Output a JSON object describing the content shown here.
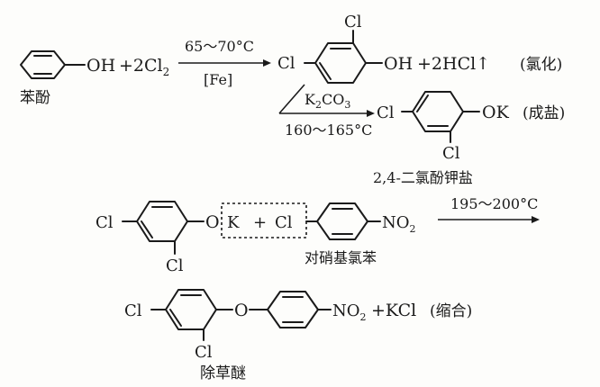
{
  "reaction1": {
    "phenol_label": "苯酚",
    "phenol_oh": "OH",
    "plus_2cl2": "+2Cl",
    "cl2_sub": "2",
    "cond_top": "65～70°C",
    "cond_bottom": "[Fe]",
    "cl_top": "Cl",
    "cl_left": "Cl",
    "product_oh": "OH",
    "plus_hcl": "+2HCl",
    "gas_arrow": "↑",
    "note": "(氯化)"
  },
  "reaction2": {
    "cond_top": "K",
    "cond_top_sub": "2",
    "cond_top_rest": "CO",
    "cond_top_sub2": "3",
    "cond_bottom": "160～165°C",
    "cl_left": "Cl",
    "ok": "OK",
    "cl_bottom": "Cl",
    "note": "(成盐)",
    "product_label": "2,4-二氯酚钾盐"
  },
  "reaction3": {
    "cl_left": "Cl",
    "cl_bottom": "Cl",
    "o_label": "O",
    "box_k": "K",
    "box_plus": "+",
    "box_cl": "Cl",
    "no2": "NO",
    "no2_sub": "2",
    "cond_top": "195～200°C",
    "reagent_label": "对硝基氯苯"
  },
  "reaction4": {
    "cl_left": "Cl",
    "cl_bottom": "Cl",
    "o_label": "O",
    "no2": "NO",
    "no2_sub": "2",
    "plus_kcl": "+KCl",
    "note": "(缩合)",
    "product_label": "除草醚"
  }
}
